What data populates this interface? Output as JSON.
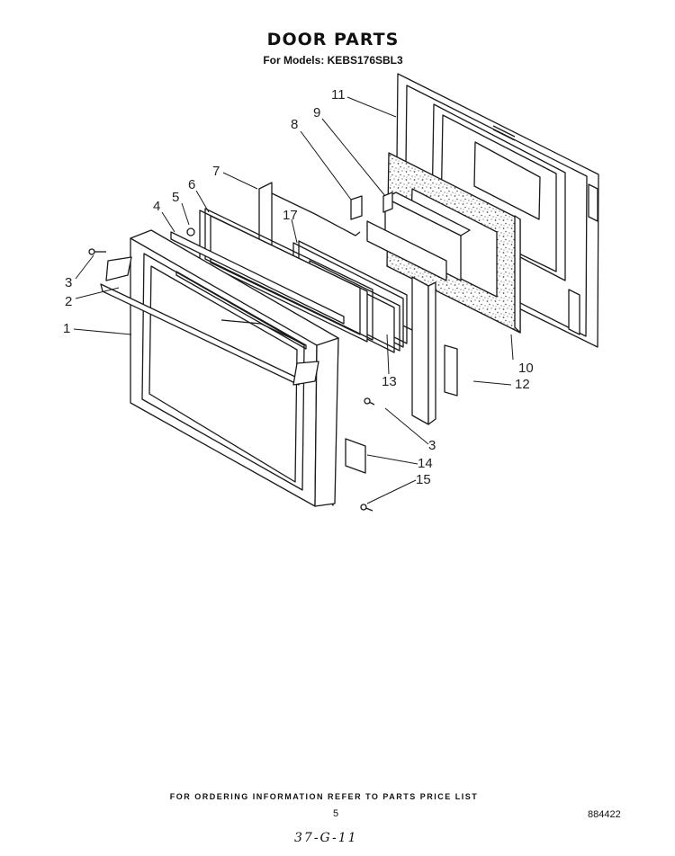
{
  "header": {
    "title": "DOOR PARTS",
    "models": "For Models: KEBS176SBL3"
  },
  "callouts": {
    "c1": "1",
    "c2": "2",
    "c3a": "3",
    "c3b": "3",
    "c4": "4",
    "c5": "5",
    "c6": "6",
    "c7": "7",
    "c8": "8",
    "c9": "9",
    "c10": "10",
    "c11": "11",
    "c12": "12",
    "c13": "13",
    "c14": "14",
    "c15": "15",
    "c17": "17"
  },
  "footer": {
    "ordering_note": "FOR ORDERING INFORMATION REFER TO PARTS PRICE LIST",
    "page_number": "5",
    "doc_number": "884422",
    "handwritten_note": "37-G-11"
  },
  "colors": {
    "line": "#1a1a1a",
    "paper": "#ffffff",
    "insulation_speckle": "#555555"
  }
}
